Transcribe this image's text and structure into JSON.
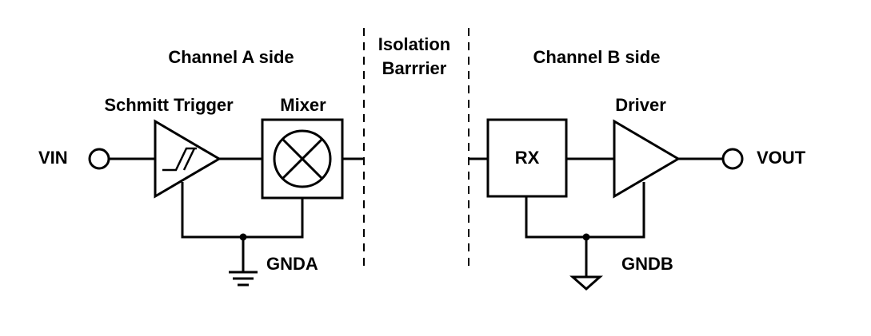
{
  "labels": {
    "channel_a": "Channel A side",
    "isolation_line1": "Isolation",
    "isolation_line2": "Barrrier",
    "channel_b": "Channel B side",
    "schmitt": "Schmitt Trigger",
    "mixer": "Mixer",
    "driver": "Driver",
    "vin": "VIN",
    "rx": "RX",
    "vout": "VOUT",
    "gnda": "GNDA",
    "gndb": "GNDB"
  }
}
